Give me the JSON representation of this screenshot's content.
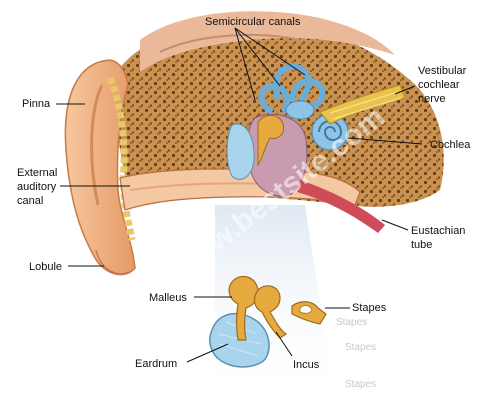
{
  "labels": {
    "semicircular_canals": "Semicircular canals",
    "pinna": "Pinna",
    "external_auditory_canal_1": "External",
    "external_auditory_canal_2": "auditory",
    "external_auditory_canal_3": "canal",
    "vestibular_nerve_1": "Vestibular",
    "vestibular_nerve_2": "cochlear",
    "vestibular_nerve_3": "nerve",
    "cochlea": "Cochlea",
    "eustachian_tube_1": "Eustachian",
    "eustachian_tube_2": "tube",
    "lobule": "Lobule",
    "malleus": "Malleus",
    "stapes": "Stapes",
    "eardrum": "Eardrum",
    "incus": "Incus"
  },
  "watermark": {
    "text": "www.bestsite.com",
    "ghost_1": "Stapes",
    "ghost_2": "Stapes",
    "ghost_3": "Stapes"
  },
  "colors": {
    "skin": "#f2b889",
    "skin_dark": "#d98a5a",
    "bone": "#c99250",
    "bone_pores": "#6a3f18",
    "canal_blue": "#8fc4e6",
    "nerve_yellow": "#e8c24a",
    "ossicle": "#e6a93e",
    "eardrum": "#a9d4ee"
  }
}
